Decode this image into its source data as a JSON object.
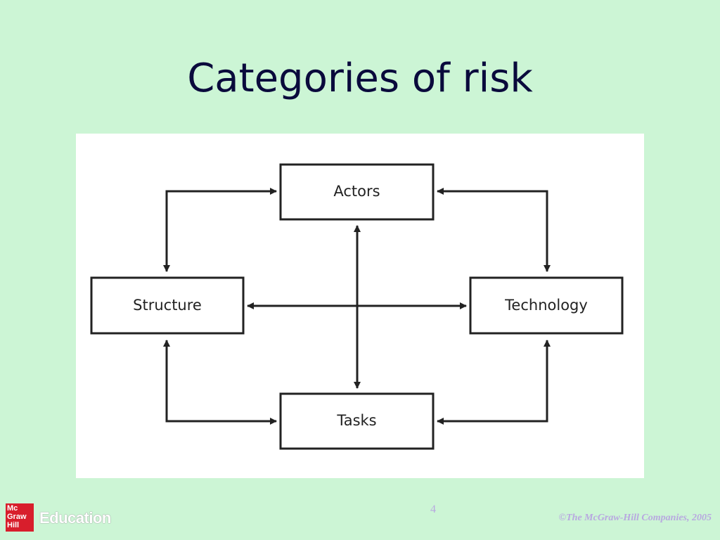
{
  "slide": {
    "title": "Categories of risk",
    "page_number": "4",
    "copyright": "©The McGraw-Hill Companies, 2005"
  },
  "branding": {
    "logo_lines": [
      "Mc",
      "Graw",
      "Hill"
    ],
    "education_text": "Education",
    "logo_color": "#d81e2c"
  },
  "diagram": {
    "nodes": [
      {
        "id": "actors",
        "label": "Actors"
      },
      {
        "id": "structure",
        "label": "Structure"
      },
      {
        "id": "technology",
        "label": "Technology"
      },
      {
        "id": "tasks",
        "label": "Tasks"
      }
    ],
    "edges": [
      {
        "from": "actors",
        "to": "structure",
        "direction": "both"
      },
      {
        "from": "actors",
        "to": "technology",
        "direction": "both"
      },
      {
        "from": "actors",
        "to": "tasks",
        "direction": "both"
      },
      {
        "from": "structure",
        "to": "technology",
        "direction": "both"
      },
      {
        "from": "structure",
        "to": "tasks",
        "direction": "both"
      },
      {
        "from": "technology",
        "to": "tasks",
        "direction": "both"
      }
    ]
  },
  "colors": {
    "background": "#ccf5d5",
    "title": "#0a0a3c",
    "footer_text": "#b8a8e0",
    "diagram_stroke": "#222222"
  }
}
